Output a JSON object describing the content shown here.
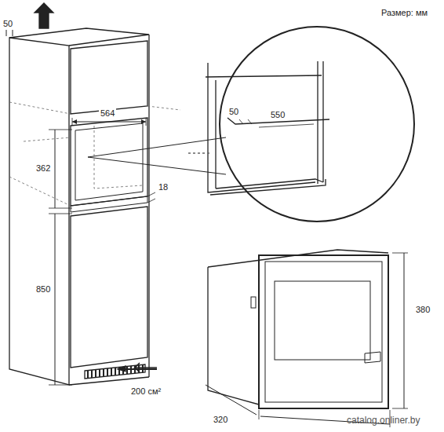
{
  "diagram": {
    "labels": [
      "50",
      "Размер: мм",
      "564",
      "362",
      "18",
      "850",
      "200 см²",
      "50",
      "550",
      "380",
      "320",
      "catalog.onliner.by"
    ]
  }
}
